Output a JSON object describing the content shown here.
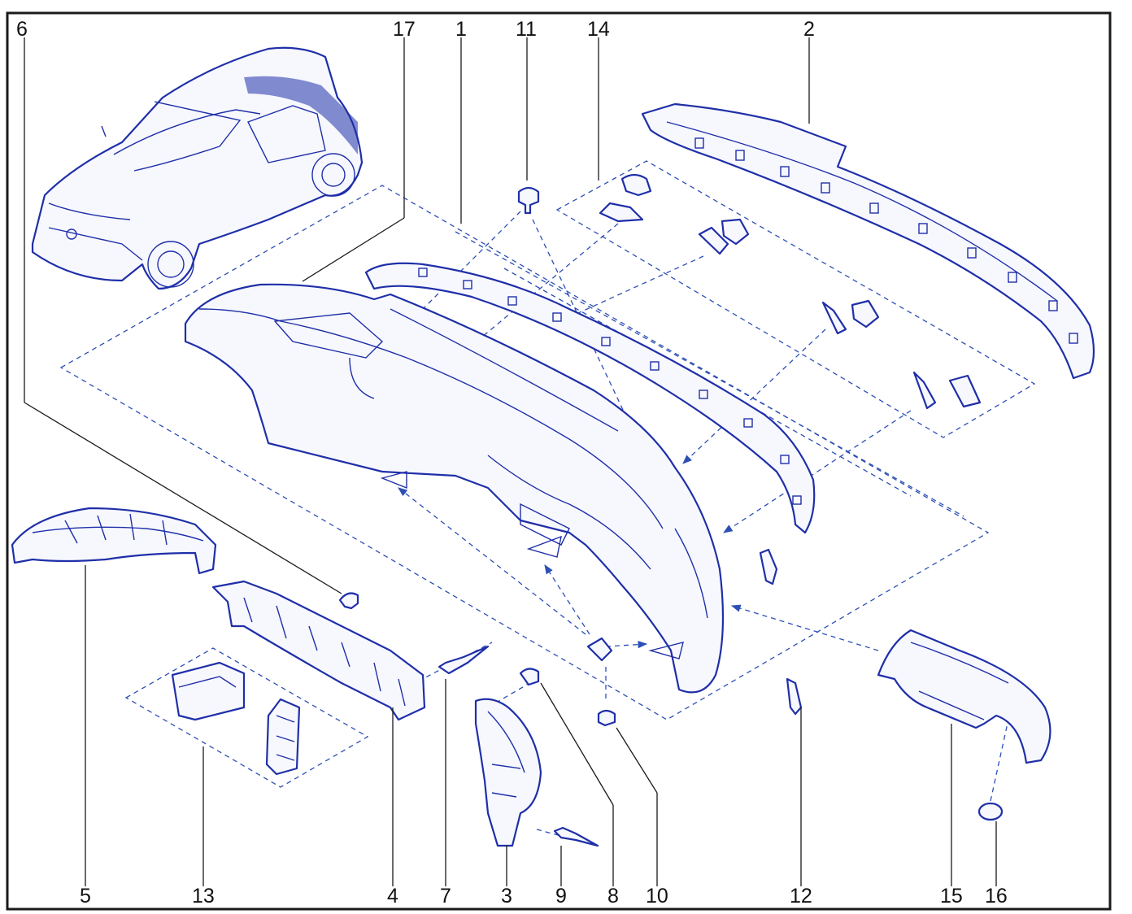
{
  "diagram": {
    "colors": {
      "line": "#1f2fa8",
      "dashed_guides": "#2d4fb5",
      "labels": "#111111",
      "background": "#ffffff"
    },
    "callouts": [
      "6",
      "17",
      "1",
      "11",
      "14",
      "2",
      "5",
      "13",
      "4",
      "7",
      "3",
      "9",
      "8",
      "10",
      "12",
      "15",
      "16"
    ]
  }
}
